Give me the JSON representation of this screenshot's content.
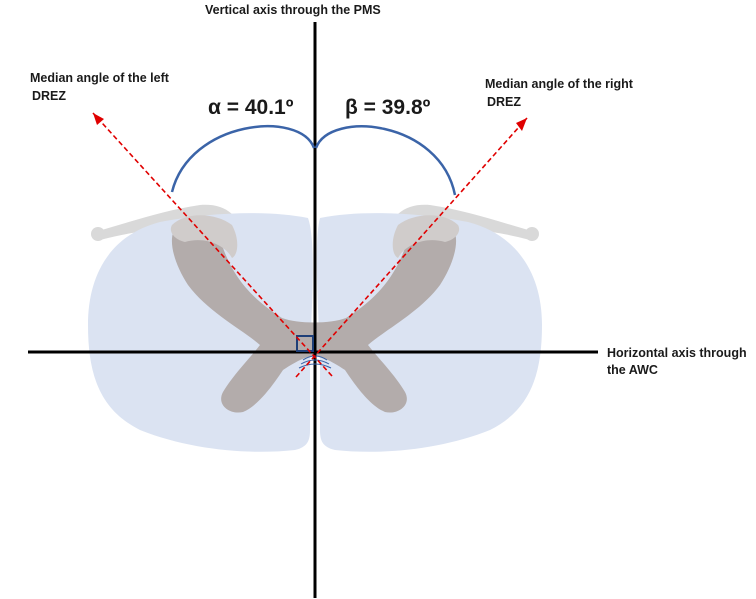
{
  "labels": {
    "vertical_axis": "Vertical axis through the PMS",
    "horizontal_axis_line1": "Horizontal axis through",
    "horizontal_axis_line2": "the AWC",
    "left_angle_line1": "Median angle of the left",
    "left_angle_line2": "DREZ",
    "right_angle_line1": "Median angle of the right",
    "right_angle_line2": "DREZ",
    "alpha": "α = 40.1º",
    "beta": "β = 39.8º"
  },
  "angles": {
    "alpha_deg": 40.1,
    "beta_deg": 39.8
  },
  "colors": {
    "white_matter": "#dbe3f2",
    "gray_matter": "#b3acab",
    "dorsal_root": "#d9d9d9",
    "axis": "#000000",
    "dashed_line": "#e00000",
    "arc": "#3b64a8",
    "central_square": "#1f3f78"
  }
}
